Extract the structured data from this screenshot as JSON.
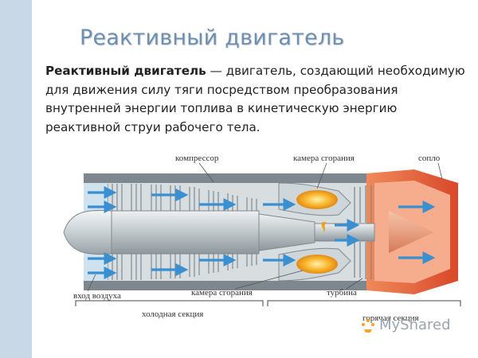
{
  "slide": {
    "title": "Реактивный двигатель",
    "definition_term": "Реактивный двигатель",
    "definition_rest": " — двигатель, создающий необходимую для движения силу тяги посредством преобразования внутренней энергии топлива в кинетическую энергию реактивной струи рабочего тела."
  },
  "diagram": {
    "labels": {
      "compressor": "компрессор",
      "combustion_top": "камера сгорания",
      "nozzle": "сопло",
      "air_intake": "вход воздуха",
      "combustion_bottom": "камера сгорания",
      "turbine": "турбина",
      "cold_section": "холодная секция",
      "hot_section": "горячая секция"
    }
  },
  "watermark": {
    "text": "MyShared"
  },
  "colors": {
    "accent_title": "#6d8fb2",
    "air_flow": "#3a8fd0",
    "flame": "#f0a020",
    "hot_section": "#e05a2a",
    "engine_gray": "#9aa6ae"
  }
}
